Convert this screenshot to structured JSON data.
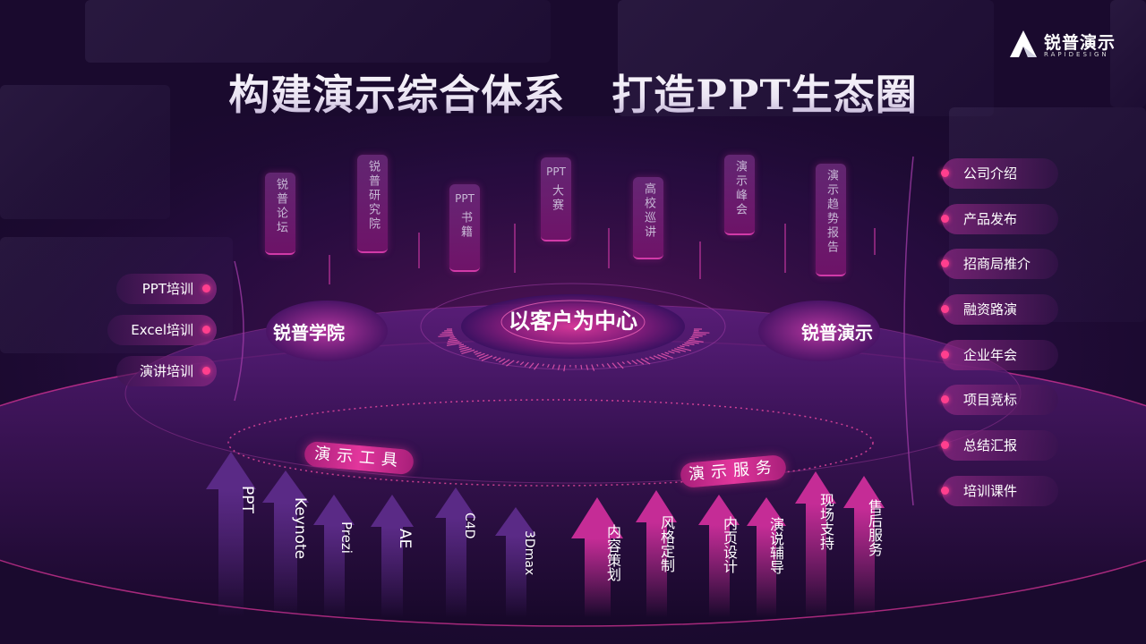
{
  "title": {
    "part1": "构建演示综合体系",
    "part2": "打造PPT生态圈"
  },
  "logo": {
    "name": "锐普演示",
    "sub": "RAPIDESIGN"
  },
  "center": {
    "label": "以客户为中心"
  },
  "hubs": {
    "left": "锐普学院",
    "right": "锐普演示"
  },
  "top_tags": [
    {
      "ppt": "",
      "text": "锐普论坛"
    },
    {
      "ppt": "",
      "text": "锐普研究院"
    },
    {
      "ppt": "PPT",
      "text": "书籍"
    },
    {
      "ppt": "PPT",
      "text": "大赛"
    },
    {
      "ppt": "",
      "text": "高校巡讲"
    },
    {
      "ppt": "",
      "text": "演示峰会"
    },
    {
      "ppt": "",
      "text": "演示趋势报告"
    }
  ],
  "left_items": [
    "PPT培训",
    "Excel培训",
    "演讲培训"
  ],
  "right_items": [
    "公司介绍",
    "产品发布",
    "招商局推介",
    "融资路演",
    "企业年会",
    "项目竞标",
    "总结汇报",
    "培训课件"
  ],
  "ribbons": {
    "tools": "演示工具",
    "services": "演示服务"
  },
  "tools": [
    "PPT",
    "Keynote",
    "Prezi",
    "AE",
    "C4D",
    "3Dmax"
  ],
  "services": [
    "内容策划",
    "风格定制",
    "内页设计",
    "演说辅导",
    "现场支持",
    "售后服务"
  ],
  "colors": {
    "accent": "#e2369c",
    "dot": "#ff3f8e",
    "background": "#1a0a2e"
  }
}
